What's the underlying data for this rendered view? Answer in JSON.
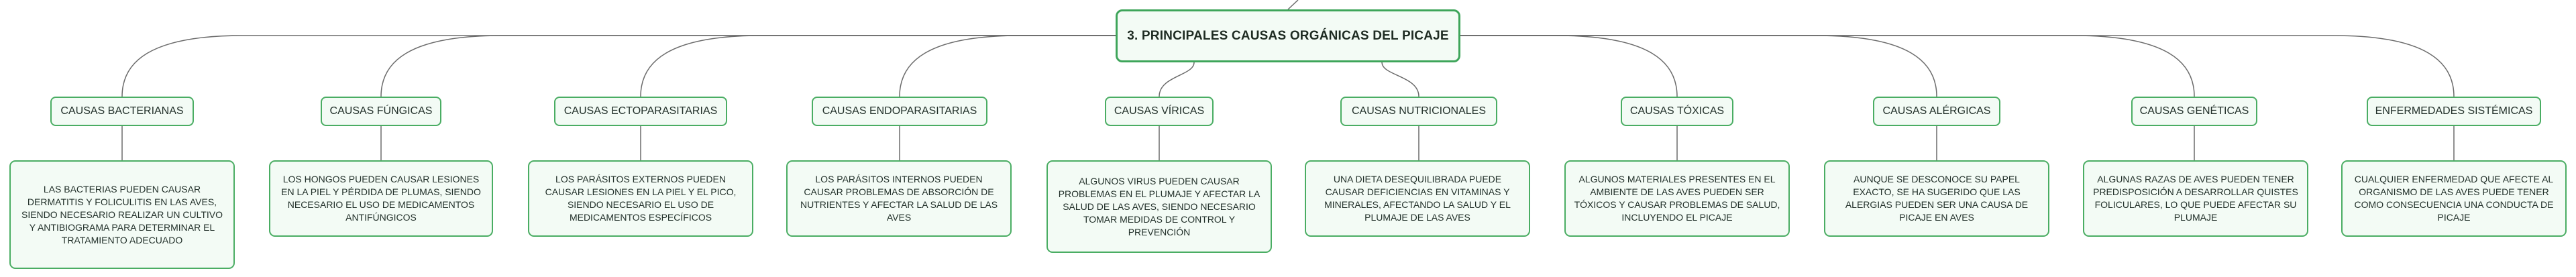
{
  "root": {
    "title": "3. PRINCIPALES CAUSAS ORGÁNICAS DEL PICAJE"
  },
  "causes": [
    {
      "label": "CAUSAS BACTERIANAS",
      "description": "LAS BACTERIAS PUEDEN CAUSAR DERMATITIS Y FOLICULITIS EN LAS AVES, SIENDO NECESARIO REALIZAR UN CULTIVO Y ANTIBIOGRAMA PARA DETERMINAR EL TRATAMIENTO ADECUADO"
    },
    {
      "label": "CAUSAS FÚNGICAS",
      "description": "LOS HONGOS PUEDEN CAUSAR LESIONES EN LA PIEL Y PÉRDIDA DE PLUMAS, SIENDO NECESARIO EL USO DE MEDICAMENTOS ANTIFÚNGICOS"
    },
    {
      "label": "CAUSAS ECTOPARASITARIAS",
      "description": "LOS PARÁSITOS EXTERNOS PUEDEN CAUSAR LESIONES EN LA PIEL Y EL PICO, SIENDO NECESARIO EL USO DE MEDICAMENTOS ESPECÍFICOS"
    },
    {
      "label": "CAUSAS ENDOPARASITARIAS",
      "description": "LOS PARÁSITOS INTERNOS PUEDEN CAUSAR PROBLEMAS DE ABSORCIÓN DE NUTRIENTES Y AFECTAR LA SALUD DE LAS AVES"
    },
    {
      "label": "CAUSAS VÍRICAS",
      "description": "ALGUNOS VIRUS PUEDEN CAUSAR PROBLEMAS EN EL PLUMAJE Y AFECTAR LA SALUD DE LAS AVES, SIENDO NECESARIO TOMAR MEDIDAS DE CONTROL Y PREVENCIÓN"
    },
    {
      "label": "CAUSAS NUTRICIONALES",
      "description": "UNA DIETA DESEQUILIBRADA PUEDE CAUSAR DEFICIENCIAS EN VITAMINAS Y MINERALES, AFECTANDO LA SALUD Y EL PLUMAJE DE LAS AVES"
    },
    {
      "label": "CAUSAS TÓXICAS",
      "description": "ALGUNOS MATERIALES PRESENTES EN EL AMBIENTE DE LAS AVES PUEDEN SER TÓXICOS Y CAUSAR PROBLEMAS DE SALUD, INCLUYENDO EL PICAJE"
    },
    {
      "label": "CAUSAS ALÉRGICAS",
      "description": "AUNQUE SE DESCONOCE SU PAPEL EXACTO, SE HA SUGERIDO QUE LAS ALERGIAS PUEDEN SER UNA CAUSA DE PICAJE EN AVES"
    },
    {
      "label": "CAUSAS GENÉTICAS",
      "description": "ALGUNAS RAZAS DE AVES PUEDEN TENER PREDISPOSICIÓN A DESARROLLAR QUISTES FOLICULARES, LO QUE PUEDE AFECTAR SU PLUMAJE"
    },
    {
      "label": "ENFERMEDADES SISTÉMICAS",
      "description": "CUALQUIER ENFERMEDAD QUE AFECTE AL ORGANISMO DE LAS AVES PUEDE TENER COMO CONSECUENCIA UNA CONDUCTA DE PICAJE"
    }
  ]
}
